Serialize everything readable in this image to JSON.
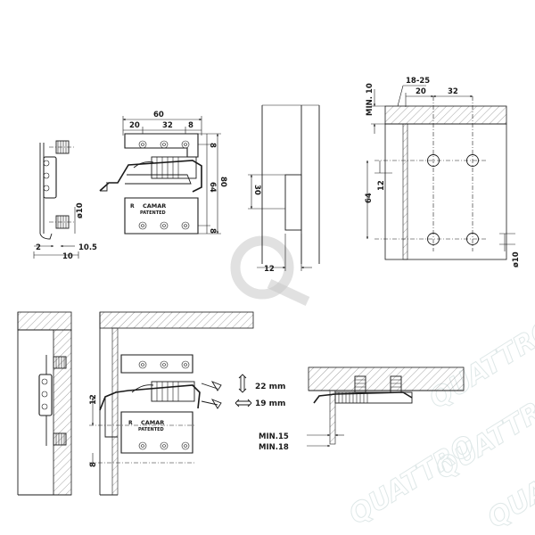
{
  "brand": {
    "plate_brand": "CAMAR",
    "plate_patent": "PATENTED",
    "plate_side": "R",
    "watermark_text": "QUATTRO"
  },
  "side_view": {
    "dims": {
      "d2": "2",
      "d10_5": "10.5",
      "d10": "10",
      "dia10": "ø10"
    }
  },
  "front_view": {
    "dims": {
      "w60": "60",
      "w20": "20",
      "w32": "32",
      "w8": "8",
      "h8_top": "8",
      "h64": "64",
      "h80": "80",
      "h8_bot": "8"
    }
  },
  "profile_view": {
    "dims": {
      "h30": "30",
      "w12": "12"
    }
  },
  "drill_view": {
    "dims": {
      "min10": "MIN. 10",
      "r18_25": "18-25",
      "w20": "20",
      "w32": "32",
      "h12": "12",
      "h64": "64",
      "dia10": "ø10"
    }
  },
  "install_view": {
    "dims": {
      "h12": "12",
      "h8": "8"
    },
    "adjust_vertical": "22 mm",
    "adjust_horizontal": "19 mm"
  },
  "plan_view": {
    "dims": {
      "min15": "MIN.15",
      "min18": "MIN.18"
    }
  },
  "colors": {
    "line": "#1a1a1a",
    "hatch": "#7a7a7a",
    "watermark": "#dfe8e8"
  }
}
